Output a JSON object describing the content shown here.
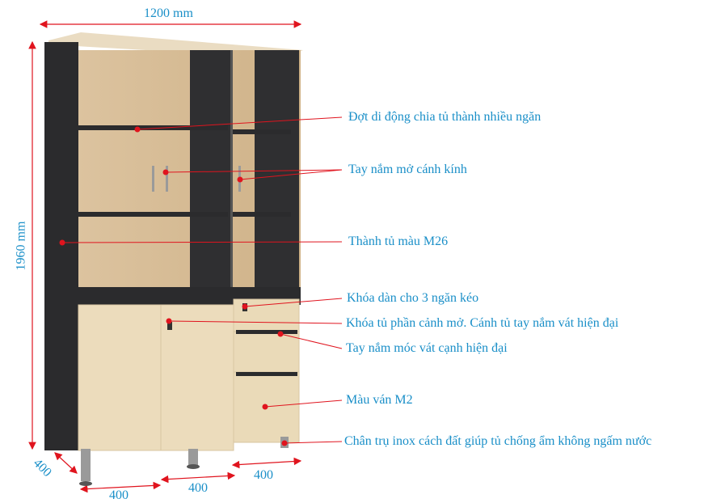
{
  "dimensions": {
    "width": "1200 mm",
    "height": "1960 mm",
    "depth": "400",
    "bottom_left": "400",
    "bottom_middle": "400",
    "bottom_right": "400"
  },
  "annotations": [
    "Đợt di động chia tủ thành nhiều ngăn",
    "Tay nắm mở cánh kính",
    "Thành tủ màu M26",
    "Khóa dàn cho 3 ngăn kéo",
    "Khóa tủ phần cảnh mở. Cánh tủ tay nắm vát hiện đại",
    "Tay nắm móc vát cạnh hiện đại",
    "Màu ván M2",
    "Chân trụ inox cách đất giúp tủ chống ẩm không ngấm nước"
  ],
  "colors": {
    "label_text": "#1a8fc8",
    "leader_line": "#e0141e",
    "frame_dark": "#2b2b2d",
    "wood_light": "#ecdcbc",
    "wood_interior": "#d9bf98"
  }
}
